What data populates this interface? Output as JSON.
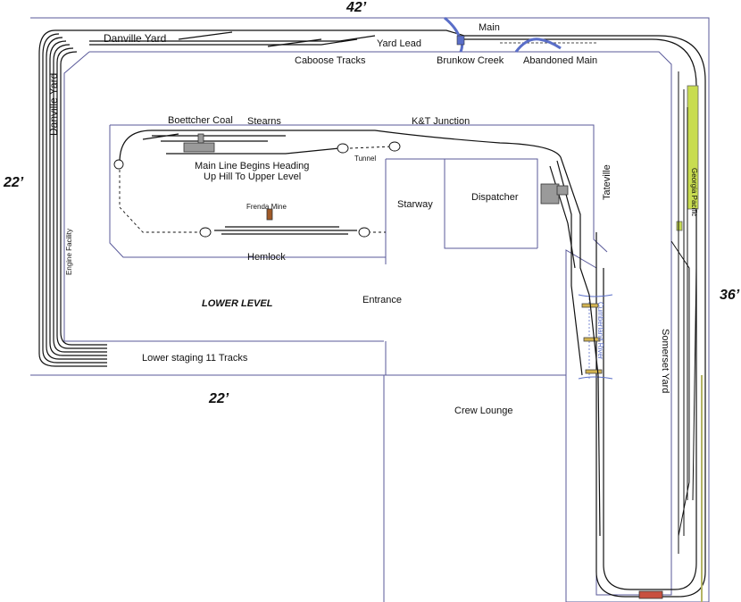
{
  "dimensions": {
    "top": "42’",
    "left": "22’",
    "bottom": "22’",
    "right": "36’"
  },
  "labels": {
    "main": "Main",
    "danville_yard_top": "Danville Yard",
    "danville_yard_side": "Danville Yard",
    "yard_lead": "Yard Lead",
    "caboose_tracks": "Caboose Tracks",
    "brunkow_creek": "Brunkow Creek",
    "abandoned_main": "Abandoned Main",
    "boettcher_coal": "Boettcher Coal",
    "stearns": "Stearns",
    "kt_junction": "K&T Junction",
    "tunnel": "Tunnel",
    "main_line_note_1": "Main Line Begins Heading",
    "main_line_note_2": "Up Hill To Upper Level",
    "frenda_mine": "Frenda Mine",
    "hemlock": "Hemlock",
    "engine_facility": "Engine Facility",
    "lower_level": "LOWER LEVEL",
    "entrance": "Entrance",
    "starway": "Starway",
    "dispatcher": "Dispatcher",
    "tateville": "Tateville",
    "georgia_pacific": "Georgia Pacific",
    "lower_staging": "Lower staging 11 Tracks",
    "crew_lounge": "Crew Lounge",
    "cumberland_river": "Cumberland River",
    "somerset_yard": "Somerset Yard"
  },
  "colors": {
    "wall": "#5a5a9a",
    "track": "#111111",
    "water": "#5a6ec8",
    "industry_green": "#c8dc50",
    "structure_gray": "#9a9a9a",
    "mine_brown": "#a05a28",
    "bridge_tan": "#d4b450",
    "station_red": "#c85040"
  }
}
